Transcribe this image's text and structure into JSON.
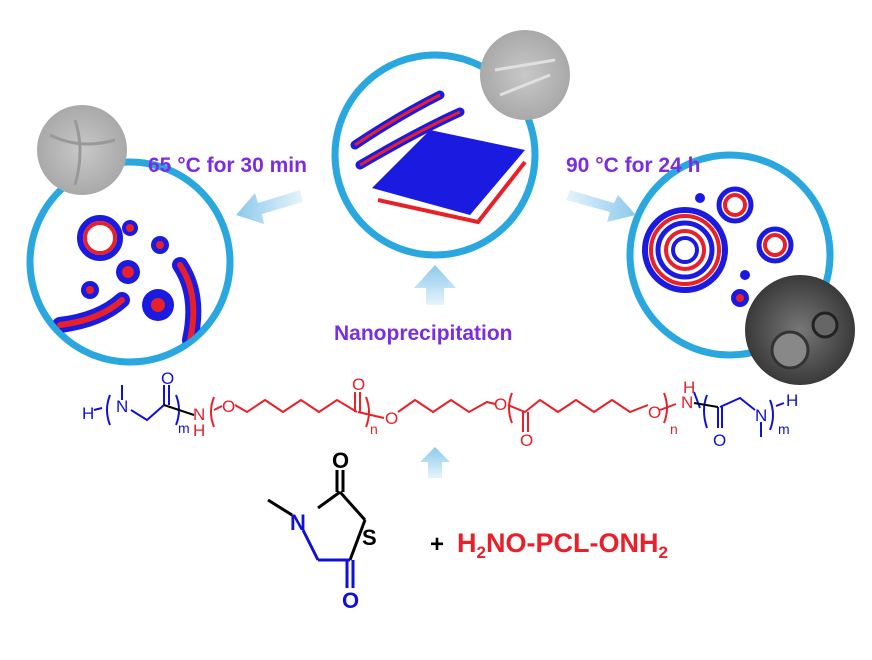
{
  "labels": {
    "left_condition": "65 °C for 30 min",
    "right_condition": "90 °C for 24 h",
    "process": "Nanoprecipitation"
  },
  "reactants": {
    "plus": "+",
    "initiator": "H2NO-PCL-ONH2",
    "initiator_parts": [
      "H",
      "2",
      "NO-PCL-ONH",
      "2"
    ],
    "monomer_atoms": {
      "n": "N",
      "s": "S",
      "o1": "O",
      "o2": "O"
    }
  },
  "polymer": {
    "h_left": "H",
    "n_sar": "N",
    "o_sar": "O",
    "m_left": "m",
    "nh_n": "N",
    "nh_h": "H",
    "o_pcl1": "O",
    "o_carb1": "O",
    "n_left": "n",
    "o_link": "O",
    "o_link2": "O",
    "o_carb2": "O",
    "o_pcl2": "O",
    "n_right": "n",
    "nh2_n": "N",
    "nh2_h": "H",
    "o_sar2": "O",
    "n_sar2": "N",
    "h_right": "H",
    "m_right": "m"
  },
  "colors": {
    "ring": "#2aa7df",
    "purple": "#7a2ee0",
    "blue": "#1010d8",
    "red": "#e8202a"
  }
}
